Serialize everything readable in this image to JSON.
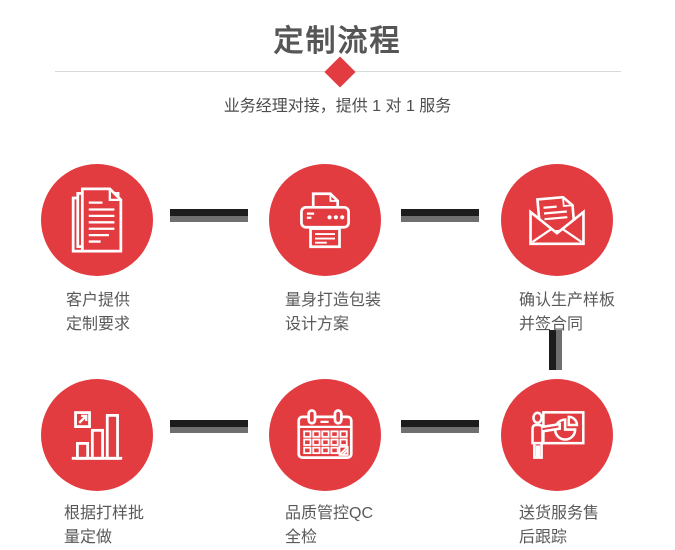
{
  "header": {
    "title": "定制流程",
    "subtitle": "业务经理对接，提供 1 对 1 服务"
  },
  "colors": {
    "accent_red": "#e23b40",
    "title_gray": "#565656",
    "label_gray": "#595959",
    "connector_black": "#1c1c1c",
    "connector_gray": "#6f6f6f",
    "divider_gray": "#d9d9d9",
    "icon_stroke": "#ffffff"
  },
  "steps": [
    {
      "icon": "documents-icon",
      "label_line1": "客户提供",
      "label_line2": "定制要求"
    },
    {
      "icon": "printer-icon",
      "label_line1": "量身打造包装",
      "label_line2": "设计方案"
    },
    {
      "icon": "envelope-icon",
      "label_line1": "确认生产样板",
      "label_line2": "并签合同"
    },
    {
      "icon": "bar-chart-icon",
      "label_line1": "根据打样批",
      "label_line2": "量定做"
    },
    {
      "icon": "calendar-icon",
      "label_line1": "品质管控QC",
      "label_line2": "全检"
    },
    {
      "icon": "presentation-icon",
      "label_line1": "送货服务售",
      "label_line2": "后跟踪"
    }
  ]
}
